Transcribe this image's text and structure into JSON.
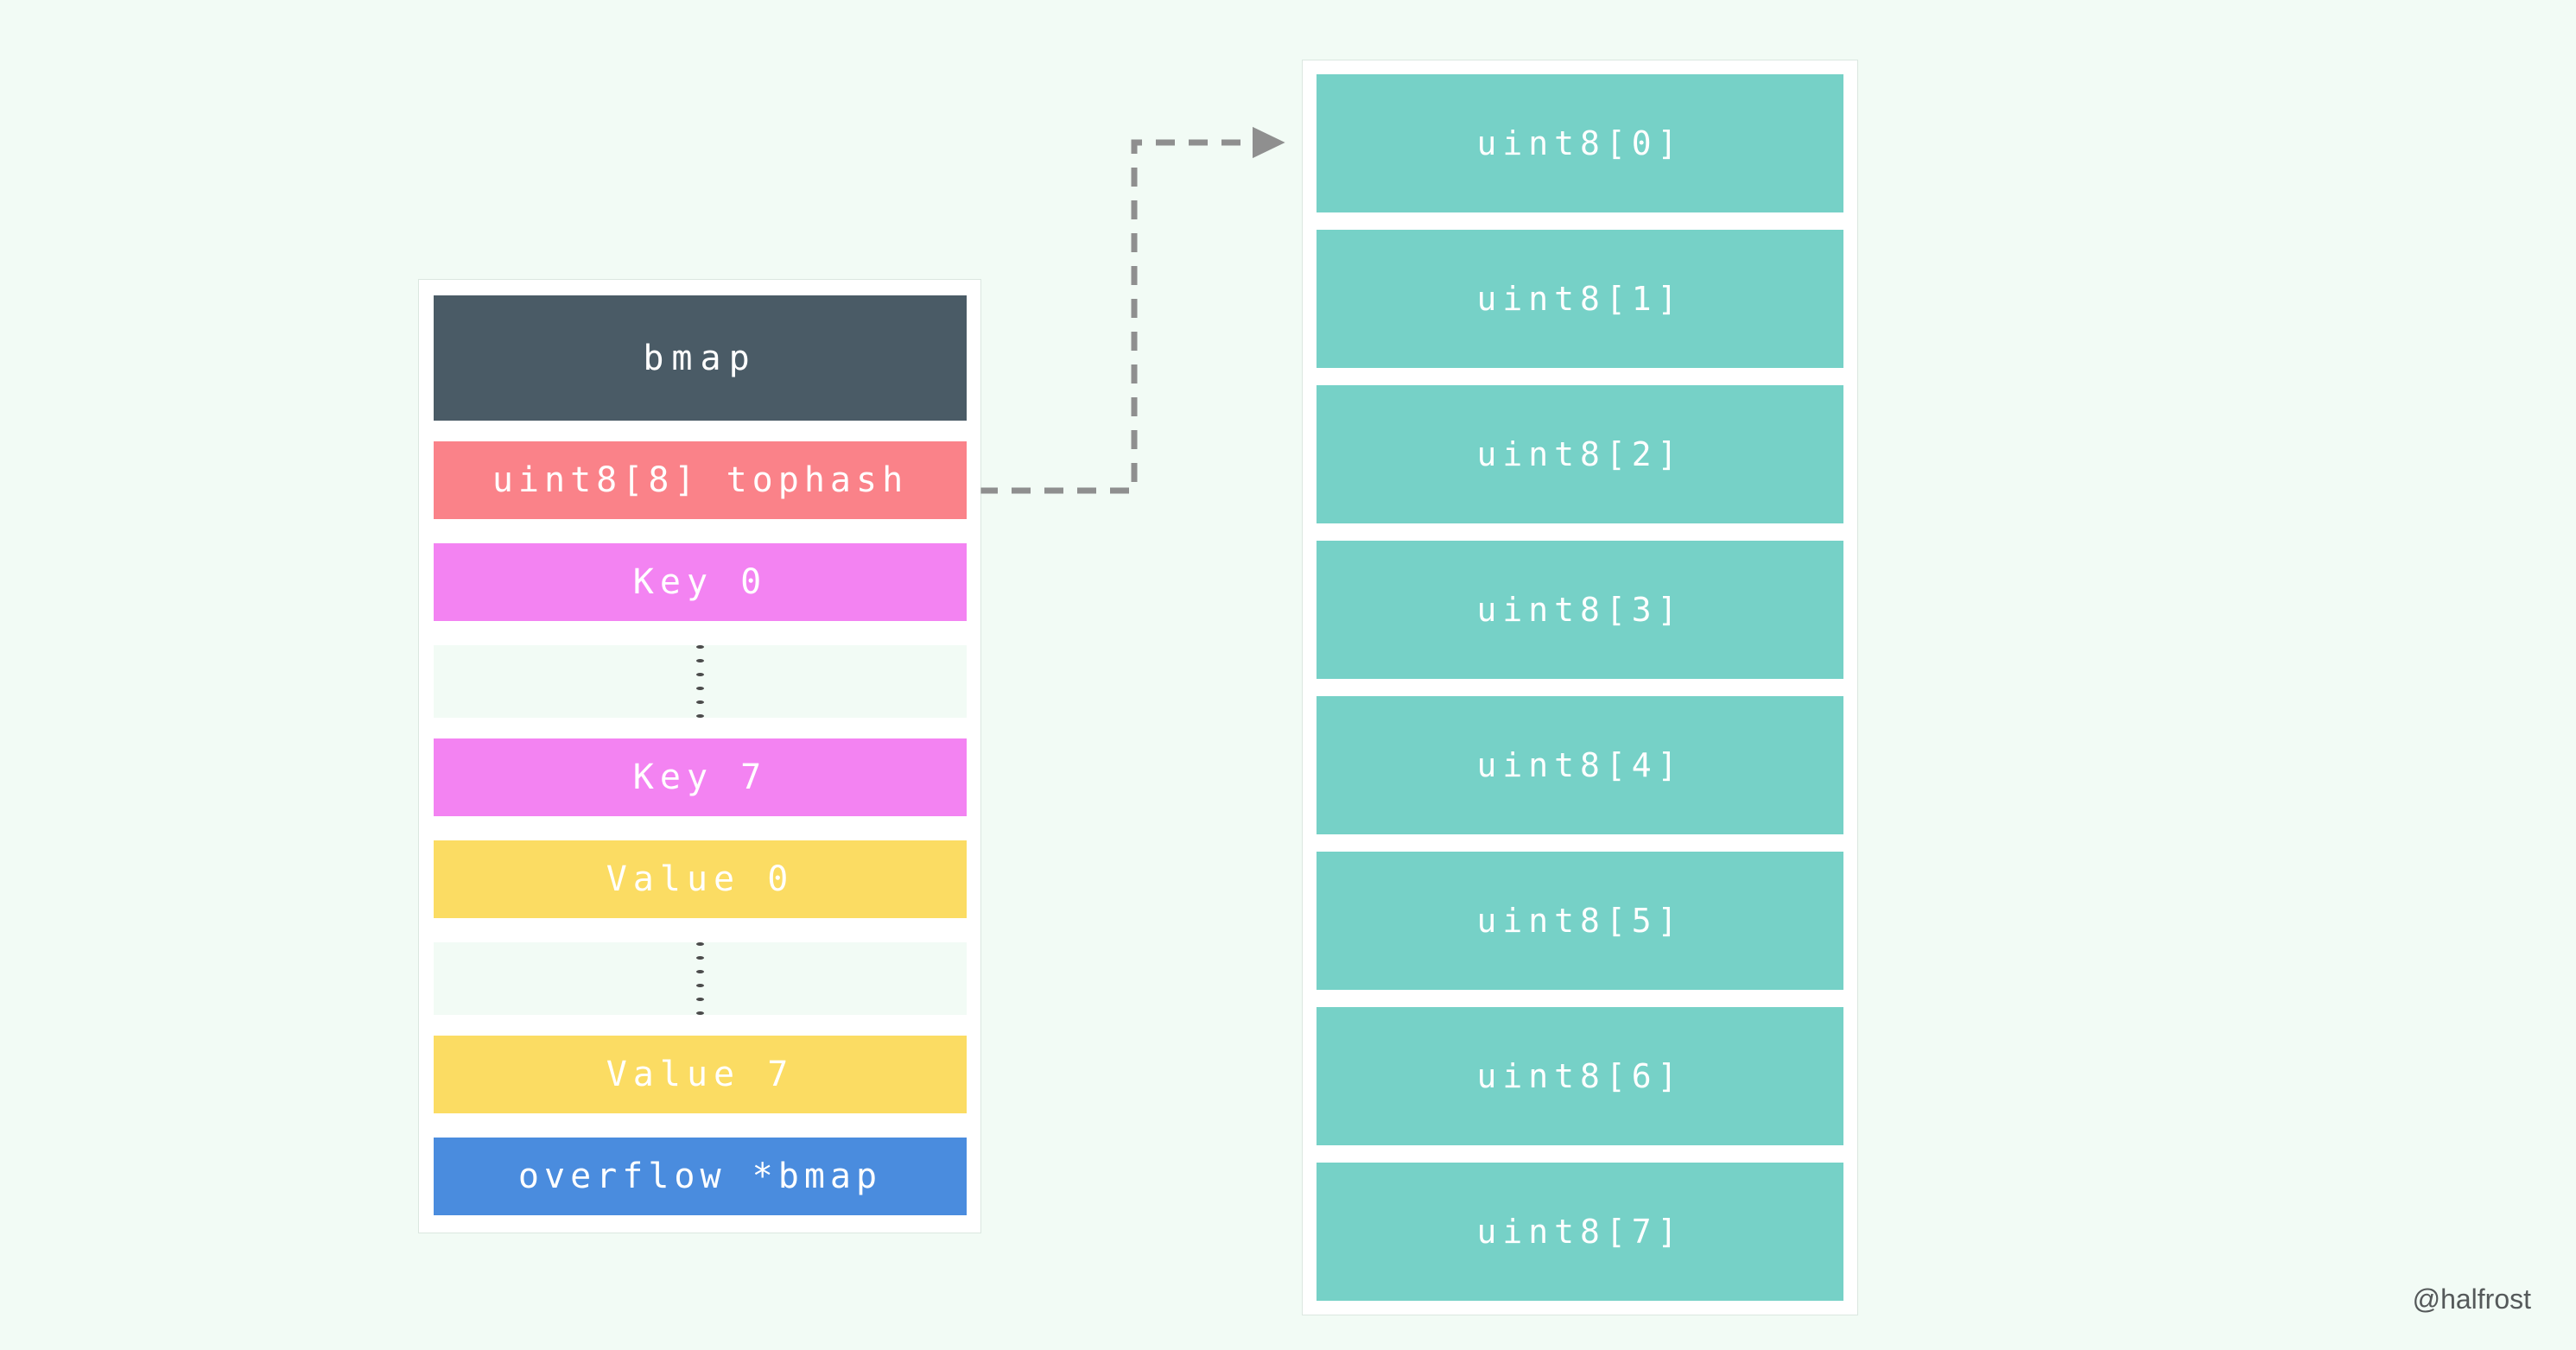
{
  "background_color": "#f2fbf5",
  "watermark": "@halfrost",
  "palette": {
    "header": "#4a5b66",
    "tophash": "#fa8289",
    "key": "#f383f2",
    "value": "#fbdc63",
    "overflow": "#4a8cde",
    "uint8_cell": "#76d1c7",
    "connector": "#8f8f8f",
    "card": "#ffffff",
    "text": "#ffffff"
  },
  "bmap_struct": {
    "title": "bmap",
    "fields": [
      {
        "label": "uint8[8] tophash",
        "kind": "tophash"
      },
      {
        "label": "Key 0",
        "kind": "key"
      },
      {
        "label": "Key 7",
        "kind": "key"
      },
      {
        "label": "Value 0",
        "kind": "value"
      },
      {
        "label": "Value 7",
        "kind": "value"
      },
      {
        "label": "overflow *bmap",
        "kind": "overflow"
      }
    ],
    "ellipsis_dot_count": 6
  },
  "tophash_array": {
    "cells": [
      {
        "label": "uint8[0]"
      },
      {
        "label": "uint8[1]"
      },
      {
        "label": "uint8[2]"
      },
      {
        "label": "uint8[3]"
      },
      {
        "label": "uint8[4]"
      },
      {
        "label": "uint8[5]"
      },
      {
        "label": "uint8[6]"
      },
      {
        "label": "uint8[7]"
      }
    ]
  },
  "connector": {
    "style": "dashed",
    "from": "uint8[8] tophash",
    "to": "uint8[0]"
  }
}
